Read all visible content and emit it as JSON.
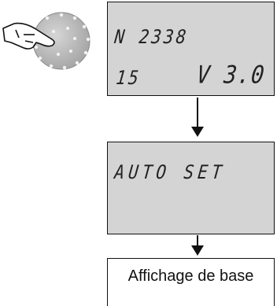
{
  "display_1": {
    "line1": "N 2338",
    "line2_left": "15",
    "line2_right": "V 3.0"
  },
  "display_2": {
    "text": "AUTO SET"
  },
  "result": {
    "text": "Affichage de base"
  },
  "icons": {
    "knob": "dial-knob-icon",
    "hand": "pressing-hand-icon",
    "arrow": "arrow-down-icon"
  },
  "colors": {
    "lcd_background": "#d4d4d4",
    "knob_fill": "#bcbcbc",
    "line": "#111111"
  }
}
